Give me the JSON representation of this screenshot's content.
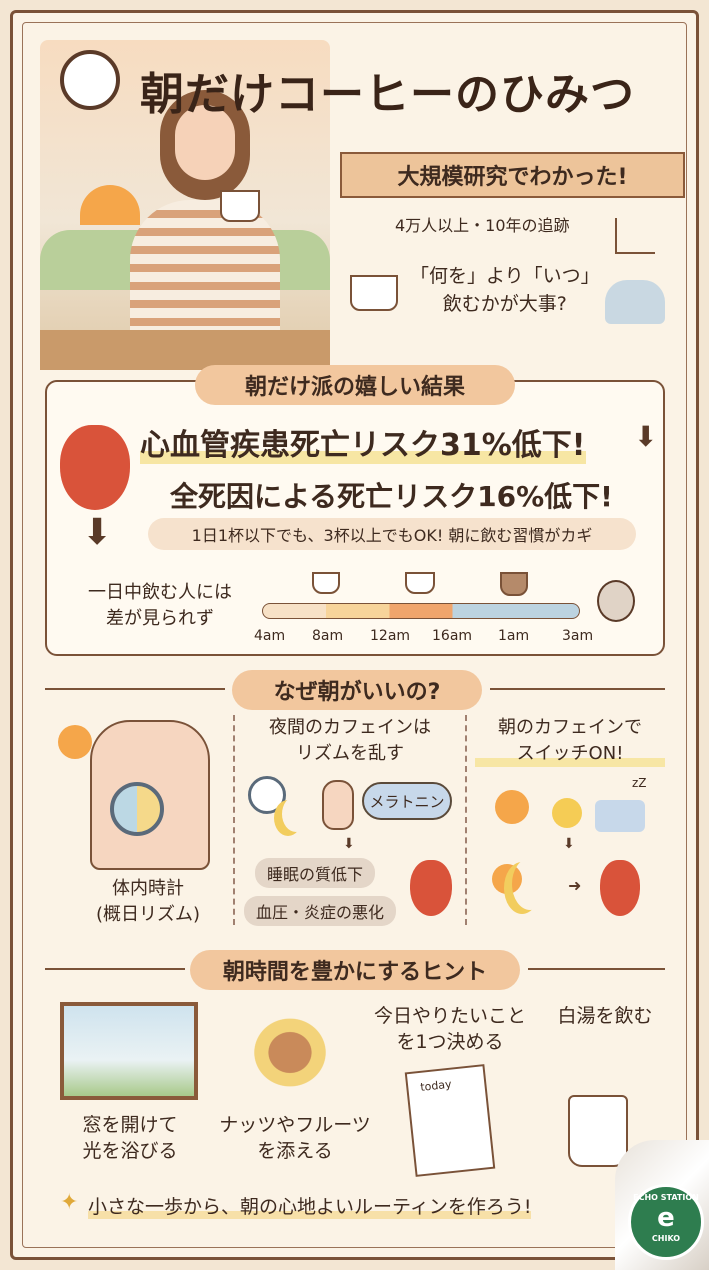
{
  "header": {
    "title": "朝だけコーヒーのひみつ",
    "banner": "大規模研究でわかった!",
    "study": "4万人以上・10年の追跡",
    "question_line1": "「何を」より「いつ」",
    "question_line2": "飲むかが大事?"
  },
  "results": {
    "heading": "朝だけ派の嬉しい結果",
    "cardio": "心血管疾患死亡リスク31%低下!",
    "all_cause": "全死因による死亡リスク16%低下!",
    "note": "1日1杯以下でも、3杯以上でもOK! 朝に飲む習慣がカギ",
    "all_day_line1": "一日中飲む人には",
    "all_day_line2": "差が見られず",
    "timeline_ticks": [
      "4am",
      "8am",
      "12am",
      "16am",
      "1am",
      "3am"
    ]
  },
  "why": {
    "heading": "なぜ朝がいいの?",
    "body_clock_line1": "体内時計",
    "body_clock_line2": "(概日リズム)",
    "night_title_line1": "夜間のカフェインは",
    "night_title_line2": "リズムを乱す",
    "melatonin": "メラトニン",
    "sleep": "睡眠の質低下",
    "blood": "血圧・炎症の悪化",
    "morning_title_line1": "朝のカフェインで",
    "morning_title_line2": "スイッチON!",
    "zz": "zZ"
  },
  "tips": {
    "heading": "朝時間を豊かにするヒント",
    "items": [
      {
        "line1": "窓を開けて",
        "line2": "光を浴びる"
      },
      {
        "line1": "ナッツやフルーツ",
        "line2": "を添える"
      },
      {
        "line1": "今日やりたいこと",
        "line2": "を1つ決める"
      },
      {
        "line1": "白湯を飲む",
        "line2": ""
      }
    ],
    "notebook": "today",
    "footer": "小さな一歩から、朝の心地よいルーティンを作ろう!"
  },
  "logo": {
    "top": "ECHO STATION",
    "bottom": "CHIKO",
    "mark": "e"
  },
  "colors": {
    "frame": "#7a5238",
    "pill": "#f2c79e",
    "logo": "#2e7d4f"
  }
}
